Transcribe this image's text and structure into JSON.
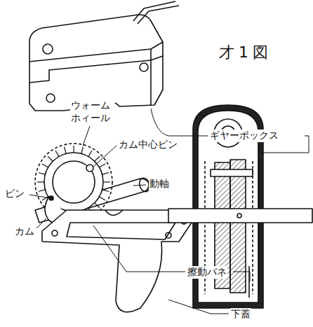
{
  "diagram": {
    "title": "才1図",
    "labels": [
      "ギヤーボックス",
      "ウォーム ホィール",
      "カム中心ピン",
      "動軸",
      "ピン",
      "カム",
      "擦動バネ",
      "下蓋"
    ]
  }
}
